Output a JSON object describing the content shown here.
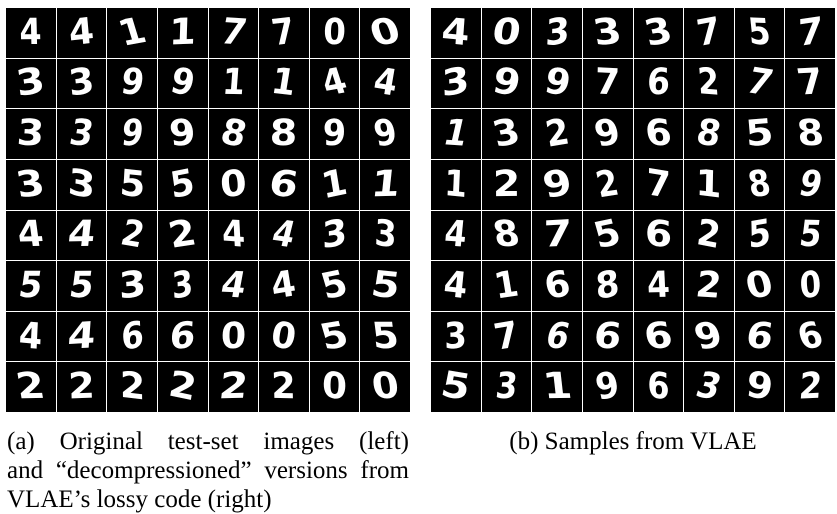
{
  "panel_a": {
    "description": "Original test-set images and decompressed versions",
    "rows": [
      [
        "4",
        "4",
        "1",
        "1",
        "7",
        "7",
        "0",
        "0"
      ],
      [
        "3",
        "3",
        "9",
        "9",
        "1",
        "1",
        "4",
        "4"
      ],
      [
        "3",
        "3",
        "9",
        "9",
        "8",
        "8",
        "9",
        "9"
      ],
      [
        "3",
        "3",
        "5",
        "5",
        "0",
        "6",
        "1",
        "1"
      ],
      [
        "4",
        "4",
        "2",
        "2",
        "4",
        "4",
        "3",
        "3"
      ],
      [
        "5",
        "5",
        "3",
        "3",
        "4",
        "4",
        "5",
        "5"
      ],
      [
        "4",
        "4",
        "6",
        "6",
        "0",
        "0",
        "5",
        "5"
      ],
      [
        "2",
        "2",
        "2",
        "2",
        "2",
        "2",
        "0",
        "0"
      ]
    ]
  },
  "panel_b": {
    "description": "Samples from VLAE",
    "rows": [
      [
        "4",
        "0",
        "3",
        "3",
        "3",
        "7",
        "5",
        "7"
      ],
      [
        "3",
        "9",
        "9",
        "7",
        "6",
        "2",
        "7",
        "7"
      ],
      [
        "1",
        "3",
        "2",
        "9",
        "6",
        "8",
        "5",
        "8"
      ],
      [
        "1",
        "2",
        "9",
        "2",
        "7",
        "1",
        "8",
        "9"
      ],
      [
        "4",
        "8",
        "7",
        "5",
        "6",
        "2",
        "5",
        "5"
      ],
      [
        "4",
        "1",
        "6",
        "8",
        "4",
        "2",
        "0",
        "0"
      ],
      [
        "3",
        "7",
        "6",
        "6",
        "6",
        "9",
        "6",
        "6"
      ],
      [
        "5",
        "3",
        "1",
        "9",
        "6",
        "3",
        "9",
        "2"
      ]
    ]
  },
  "captions": {
    "a_lines": [
      "(a) Original test-set images (left)",
      "and “decompressioned” versions from",
      "VLAE’s lossy code (right)"
    ],
    "b": "(b) Samples from VLAE"
  }
}
